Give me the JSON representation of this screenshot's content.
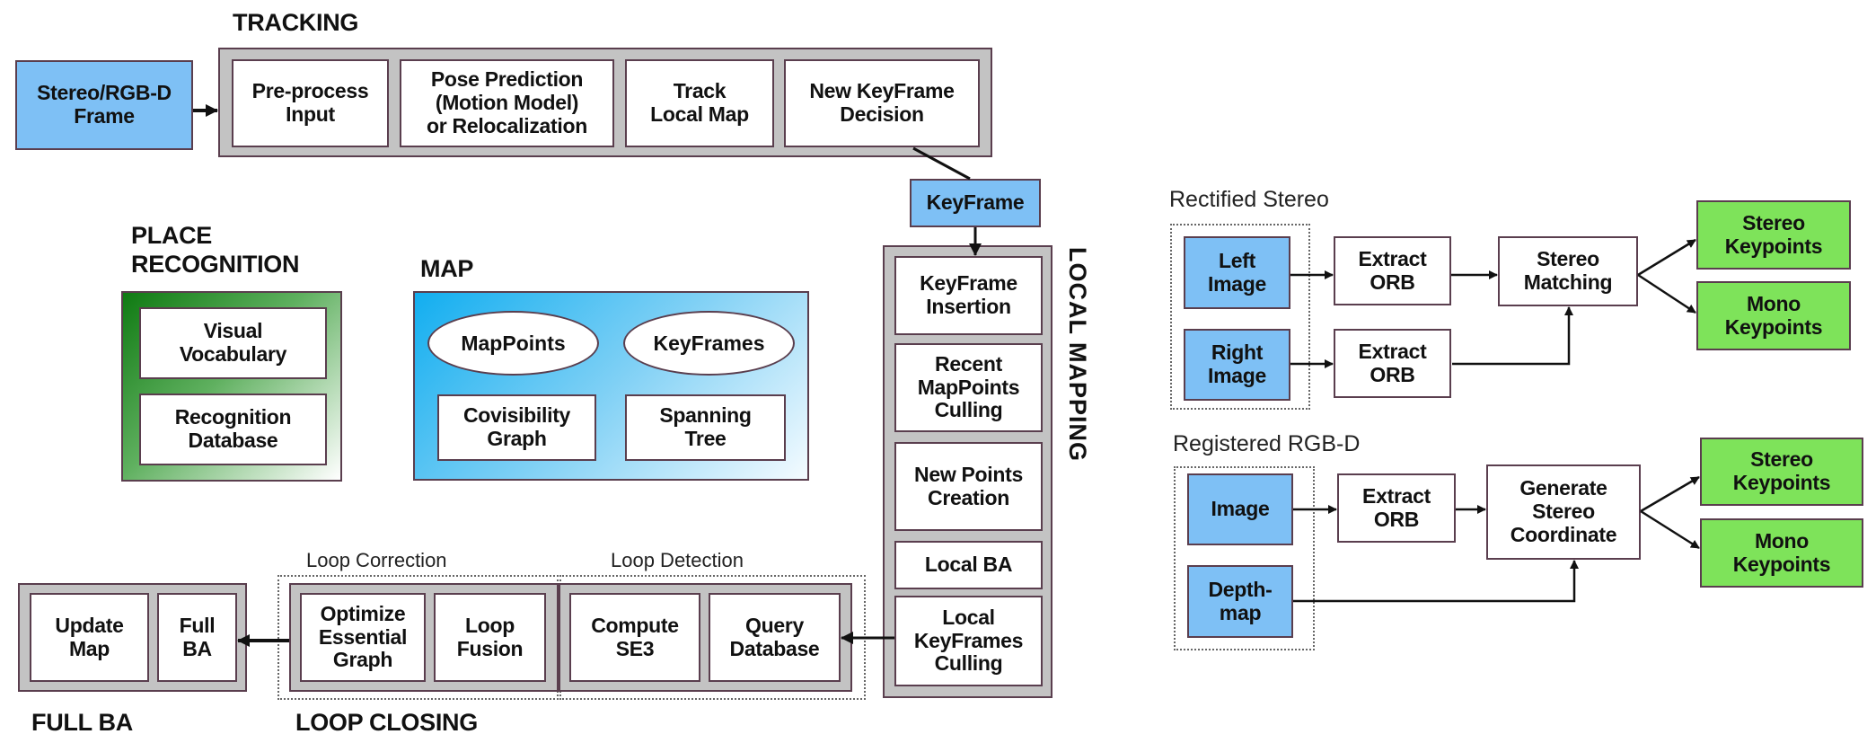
{
  "colors": {
    "border": "#5a3e4e",
    "group_fill": "#c3c3c3",
    "input_blue": "#7ec0f5",
    "output_green": "#7ee35a",
    "place_recognition_gradient": [
      "#0f7a12",
      "#ffffff"
    ],
    "map_gradient": [
      "#12aef0",
      "#f4fbff"
    ]
  },
  "input": {
    "frame": "Stereo/RGB-D\nFrame"
  },
  "tracking": {
    "title": "TRACKING",
    "steps": [
      "Pre-process\nInput",
      "Pose Prediction\n(Motion Model)\nor Relocalization",
      "Track\nLocal Map",
      "New KeyFrame\nDecision"
    ]
  },
  "keyframe": {
    "label": "KeyFrame"
  },
  "local_mapping": {
    "title": "LOCAL MAPPING",
    "steps": [
      "KeyFrame\nInsertion",
      "Recent\nMapPoints\nCulling",
      "New Points\nCreation",
      "Local BA",
      "Local\nKeyFrames\nCulling"
    ]
  },
  "place_recognition": {
    "title": "PLACE\nRECOGNITION",
    "items": [
      "Visual\nVocabulary",
      "Recognition\nDatabase"
    ]
  },
  "map": {
    "title": "MAP",
    "ellipses": [
      "MapPoints",
      "KeyFrames"
    ],
    "boxes": [
      "Covisibility\nGraph",
      "Spanning\nTree"
    ]
  },
  "loop_closing": {
    "title": "LOOP CLOSING",
    "loop_correction": {
      "label": "Loop Correction",
      "steps": [
        "Optimize\nEssential\nGraph",
        "Loop\nFusion"
      ]
    },
    "loop_detection": {
      "label": "Loop Detection",
      "steps": [
        "Compute\nSE3",
        "Query\nDatabase"
      ]
    }
  },
  "full_ba": {
    "title": "FULL BA",
    "steps": [
      "Update\nMap",
      "Full\nBA"
    ]
  },
  "rectified_stereo": {
    "label": "Rectified Stereo",
    "inputs": [
      "Left\nImage",
      "Right\nImage"
    ],
    "extract": [
      "Extract\nORB",
      "Extract\nORB"
    ],
    "matching": "Stereo\nMatching",
    "outputs": [
      "Stereo\nKeypoints",
      "Mono\nKeypoints"
    ]
  },
  "registered_rgbd": {
    "label": "Registered RGB-D",
    "inputs": [
      "Image",
      "Depth-\nmap"
    ],
    "extract": "Extract\nORB",
    "generate": "Generate\nStereo\nCoordinate",
    "outputs": [
      "Stereo\nKeypoints",
      "Mono\nKeypoints"
    ]
  }
}
